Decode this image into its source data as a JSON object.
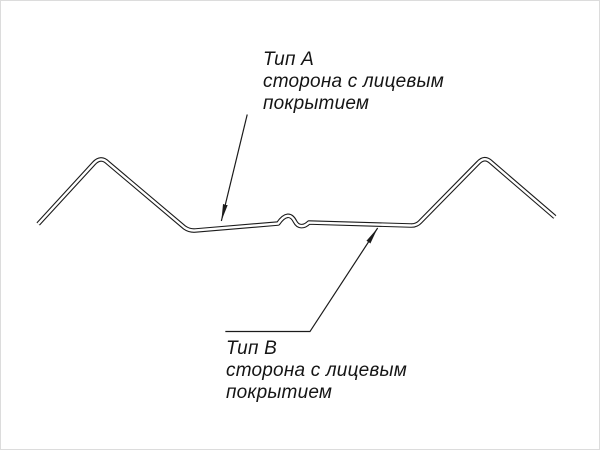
{
  "colors": {
    "line": "#1b1b1b",
    "background": "#ffffff"
  },
  "diagram": {
    "description": "sheet-metal profile cross-section with coated-side callouts",
    "labels": {
      "type_a": {
        "title": "Тип А",
        "subtitle_line1": "сторона с лицевым",
        "subtitle_line2": "покрытием"
      },
      "type_b": {
        "title": "Тип В",
        "subtitle_line1": "сторона с лицевым",
        "subtitle_line2": "покрытием"
      }
    }
  }
}
